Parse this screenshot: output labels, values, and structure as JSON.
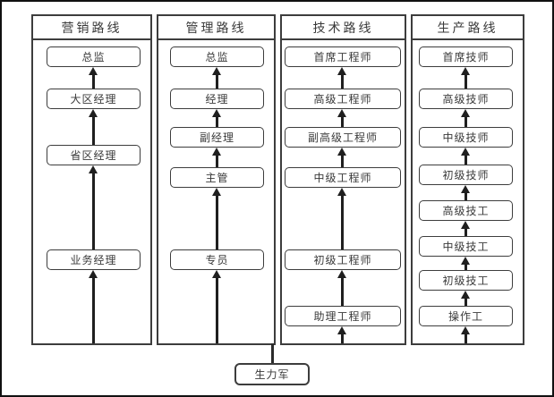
{
  "diagram": {
    "title_visible": "",
    "columns": [
      {
        "header": "营销路线",
        "boxes": [
          "总监",
          "大区经理",
          "省区经理",
          "业务经理"
        ]
      },
      {
        "header": "管理路线",
        "boxes": [
          "总监",
          "经理",
          "副经理",
          "主管",
          "专员"
        ]
      },
      {
        "header": "技术路线",
        "boxes": [
          "首席工程师",
          "高级工程师",
          "副高级工程师",
          "中级工程师",
          "初级工程师",
          "助理工程师"
        ]
      },
      {
        "header": "生产路线",
        "boxes": [
          "首席技师",
          "高级技师",
          "中级技师",
          "初级技师",
          "高级技工",
          "中级技工",
          "初级技工",
          "操作工"
        ]
      }
    ],
    "root": "生力军",
    "arrow_direction": "up",
    "colors": {
      "background": "#ffffff",
      "frame_border": "#111111",
      "line": "#3d3d3d",
      "arrow": "#1f1f1f",
      "text": "#3a3a3a"
    }
  }
}
